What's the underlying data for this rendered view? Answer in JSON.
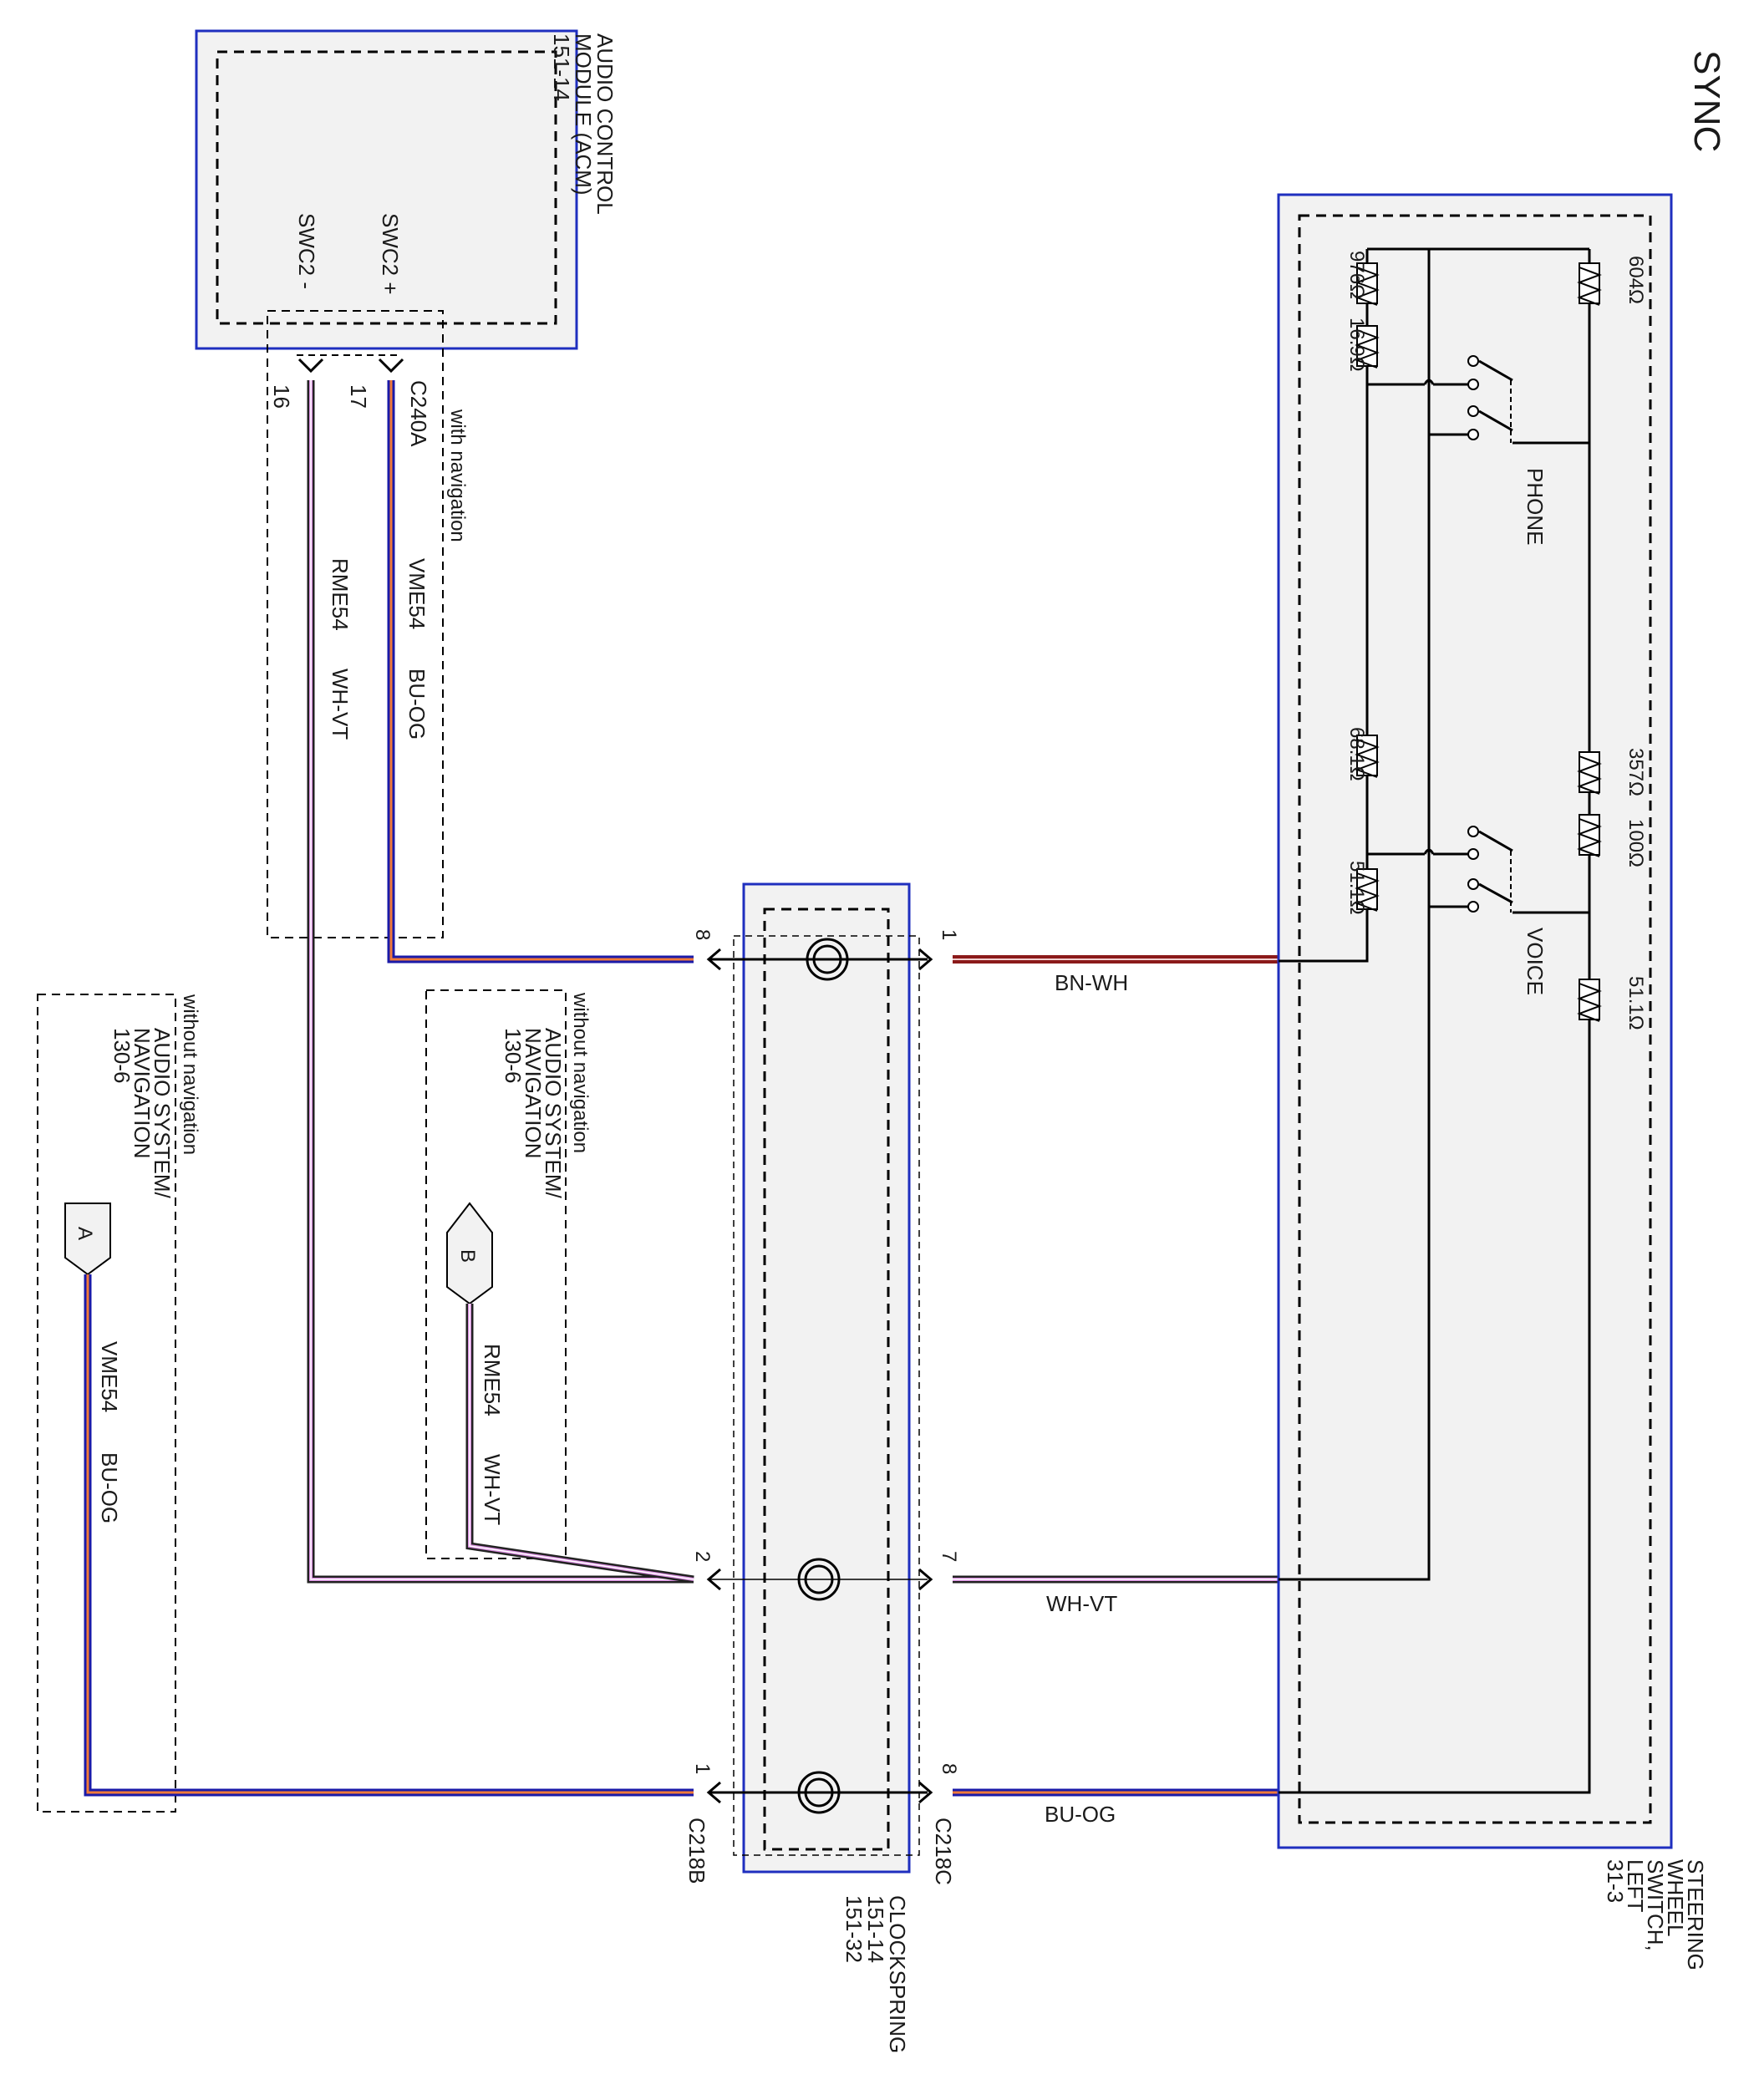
{
  "page_title": "SYNC",
  "components": {
    "acm": {
      "lines": [
        "AUDIO CONTROL",
        "MODULE (ACM)",
        "151-14"
      ],
      "pin_plus": "SWC2 +",
      "pin_minus": "SWC2 -",
      "connector": "C240A",
      "pin_17": "17",
      "pin_16": "16",
      "option": "with navigation"
    },
    "steering_switch": {
      "lines": [
        "STEERING",
        "WHEEL",
        "SWITCH,",
        "LEFT",
        "31-3"
      ],
      "phone_label": "PHONE",
      "voice_label": "VOICE",
      "resistors": [
        "604Ω",
        "976Ω",
        "16.9Ω",
        "357Ω",
        "100Ω",
        "68.1Ω",
        "51.1Ω",
        "51.1Ω"
      ]
    },
    "clockspring": {
      "lines": [
        "CLOCKSPRING",
        "151-14",
        "151-32"
      ],
      "connector_left": "C218B",
      "connector_right": "C218C",
      "pins_left": [
        "8",
        "2",
        "1"
      ],
      "pins_right": [
        "1",
        "7",
        "8"
      ]
    },
    "nav_b": {
      "option": "without navigation",
      "lines": [
        "AUDIO SYSTEM/",
        "NAVIGATION",
        "130-6"
      ],
      "ref": "B",
      "circuit": "RME54",
      "color": "WH-VT"
    },
    "nav_a": {
      "option": "without navigation",
      "lines": [
        "AUDIO SYSTEM/",
        "NAVIGATION",
        "130-6"
      ],
      "ref": "A",
      "circuit": "VME54",
      "color": "BU-OG"
    }
  },
  "wires": {
    "acm_plus": {
      "circuit": "VME54",
      "color": "BU-OG"
    },
    "acm_minus": {
      "circuit": "RME54",
      "color": "WH-VT"
    },
    "right_top": {
      "color": "BN-WH"
    },
    "right_mid": {
      "color": "WH-VT"
    },
    "right_bot": {
      "color": "BU-OG"
    }
  },
  "colors": {
    "frame_blue": "#1f2fbf",
    "fill_gray": "#f2f2f2",
    "wire_blue": "#1a1aa8",
    "wire_orange": "#f07a3a",
    "wire_brown": "#8b1a1a",
    "wire_violet": "#d98ee0"
  }
}
